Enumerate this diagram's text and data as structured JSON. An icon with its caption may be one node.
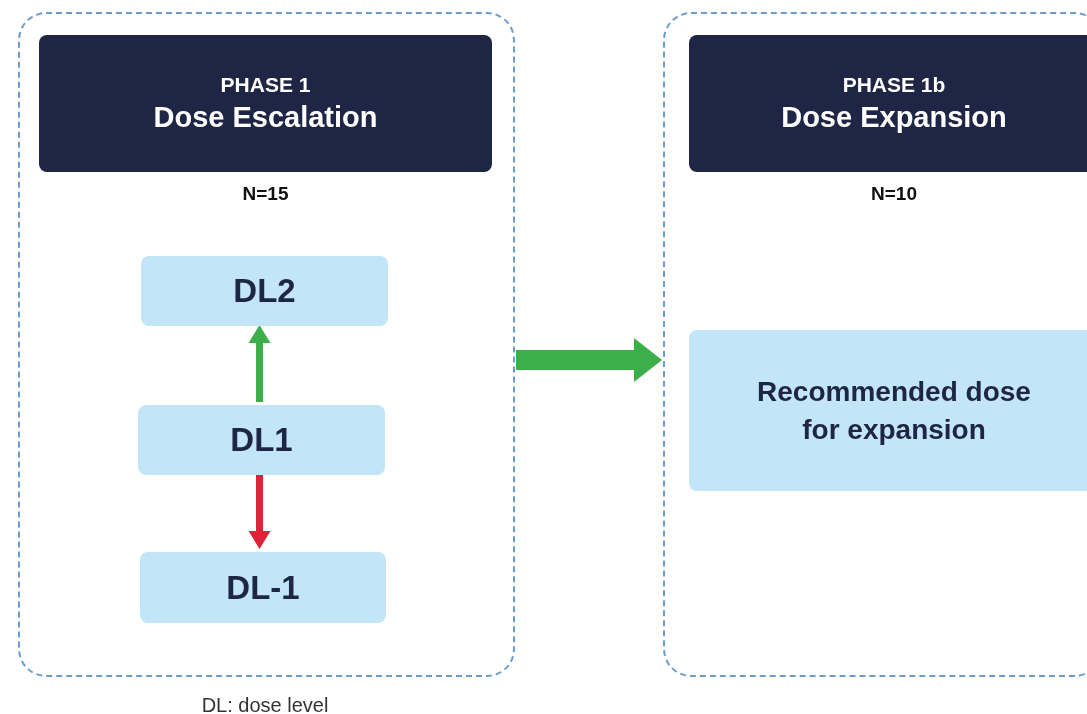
{
  "diagram": {
    "nodes": [
      {
        "text": [],
        "shape": "box"
      },
      {
        "text": [
          "PHASE 1",
          "Dose Escalation"
        ],
        "beside": [
          "N=15"
        ],
        "in": 0
      },
      {
        "text": [
          "DL2"
        ],
        "in": 0
      },
      {
        "text": [
          "DL1"
        ],
        "in": 0
      },
      {
        "text": [
          "DL-1"
        ],
        "in": 0
      },
      {
        "text": [],
        "shape": "box"
      },
      {
        "text": [
          "PHASE 1b",
          "Dose Expansion"
        ],
        "beside": [
          "N=10"
        ],
        "in": 5
      },
      {
        "text": [
          "Recommended dose for expansion"
        ],
        "in": 5
      }
    ],
    "edges": [
      {
        "from": 3,
        "to": 2,
        "arrow": "to",
        "color": "#3cae4a"
      },
      {
        "from": 3,
        "to": 4,
        "arrow": "to",
        "color": "#e0223a"
      },
      {
        "from": 0,
        "to": 5,
        "arrow": "to",
        "style": "thick",
        "color": "#3cae4a"
      }
    ],
    "labels": [
      "DL: dose level"
    ]
  }
}
